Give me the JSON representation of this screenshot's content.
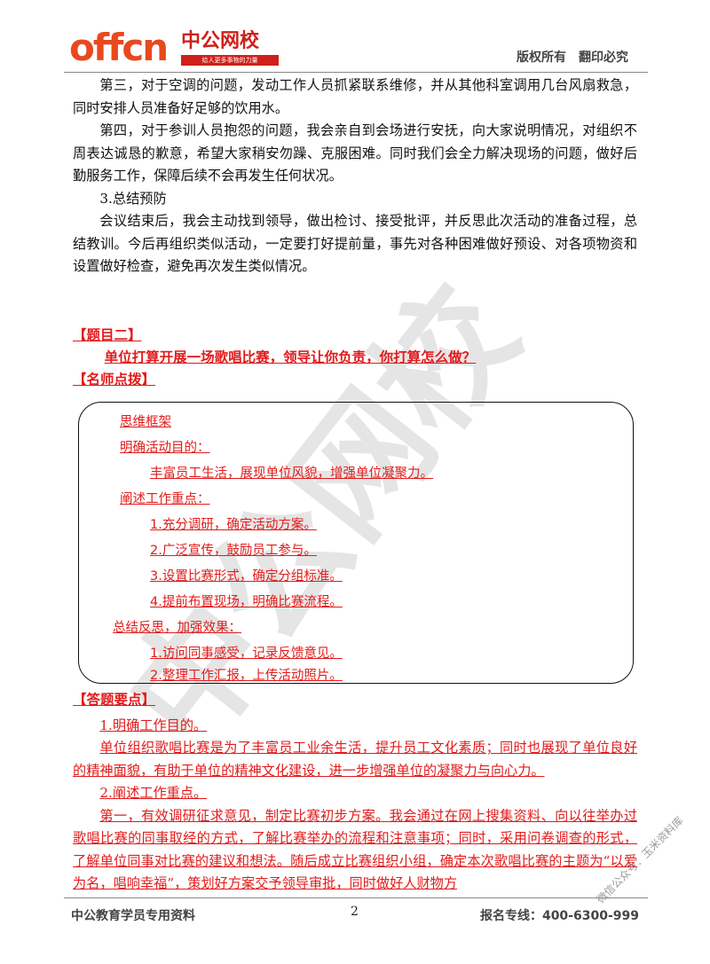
{
  "header": {
    "logo_en": "offcn",
    "logo_cn": "中公网校",
    "logo_slogan": "给人更多事物的力量",
    "rights_1": "版权所有",
    "rights_2": "翻印必究"
  },
  "paragraphs_top": [
    "第三，对于空调的问题，发动工作人员抓紧联系维修，并从其他科室调用几台风扇救急，同时安排人员准备好足够的饮用水。",
    "第四，对于参训人员抱怨的问题，我会亲自到会场进行安抚，向大家说明情况，对组织不周表达诚恳的歉意，希望大家稍安勿躁、克服困难。同时我们会全力解决现场的问题，做好后勤服务工作，保障后续不会再发生任何状况。",
    "3.总结预防",
    "会议结束后，我会主动找到领导，做出检讨、接受批评，并反思此次活动的准备过程，总结教训。今后再组织类似活动，一定要打好提前量，事先对各种困难做好预设、对各项物资和设置做好检查，避免再次发生类似情况。"
  ],
  "section": {
    "label_question": "【题目二】",
    "question": "单位打算开展一场歌唱比赛，领导让你负责，你打算怎么做？",
    "label_tips": "【名师点拨】",
    "label_answer": "【答题要点】"
  },
  "framework": {
    "title": "思维框架",
    "item1": "明确活动目的：",
    "item1_sub": "丰富员工生活，展现单位风貌，增强单位凝聚力。",
    "item2": "阐述工作重点：",
    "item2_sub": [
      "1.充分调研，确定活动方案。",
      "2.广泛宣传，鼓励员工参与。",
      "3.设置比赛形式，确定分组标准。",
      "4.提前布置现场，明确比赛流程。"
    ],
    "item3": "总结反思，加强效果：",
    "item3_sub": [
      "1.访问同事感受，记录反馈意见。",
      "2.整理工作汇报，上传活动照片。"
    ]
  },
  "answers": [
    "1.明确工作目的。",
    "单位组织歌唱比赛是为了丰富员工业余生活，提升员工文化素质；同时也展现了单位良好的精神面貌，有助于单位的精神文化建设，进一步增强单位的凝聚力与向心力。",
    "2.阐述工作重点。",
    "第一，有效调研征求意见，制定比赛初步方案。我会通过在网上搜集资料、向以往举办过歌唱比赛的同事取经的方式，了解比赛举办的流程和注意事项；同时，采用问卷调查的形式，了解单位同事对比赛的建议和想法。随后成立比赛组织小组，确定本次歌唱比赛的主题为“以爱为名，唱响幸福”，策划好方案交予领导审批，同时做好人财物方"
  ],
  "footer": {
    "left": "中公教育学员专用资料",
    "page": "2",
    "right": "报名专线：400-6300-999"
  },
  "watermark": "中公网校",
  "corner_watermark": "微信公众号：玉米资料库"
}
